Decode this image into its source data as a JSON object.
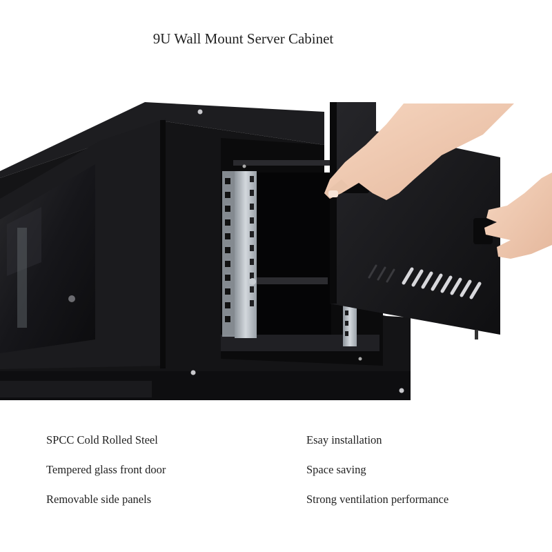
{
  "title": "9U Wall Mount Server Cabinet",
  "image": {
    "subject": "black wall-mount server cabinet with side panel being removed",
    "colors": {
      "cabinet": "#141416",
      "rail": "#b9bfc6",
      "skin": "#f0c9b0",
      "background": "#ffffff"
    }
  },
  "features": {
    "left": [
      "SPCC Cold Rolled Steel",
      "Tempered glass front door",
      "Removable side panels"
    ],
    "right": [
      "Esay installation",
      "Space saving",
      "Strong ventilation performance"
    ]
  }
}
